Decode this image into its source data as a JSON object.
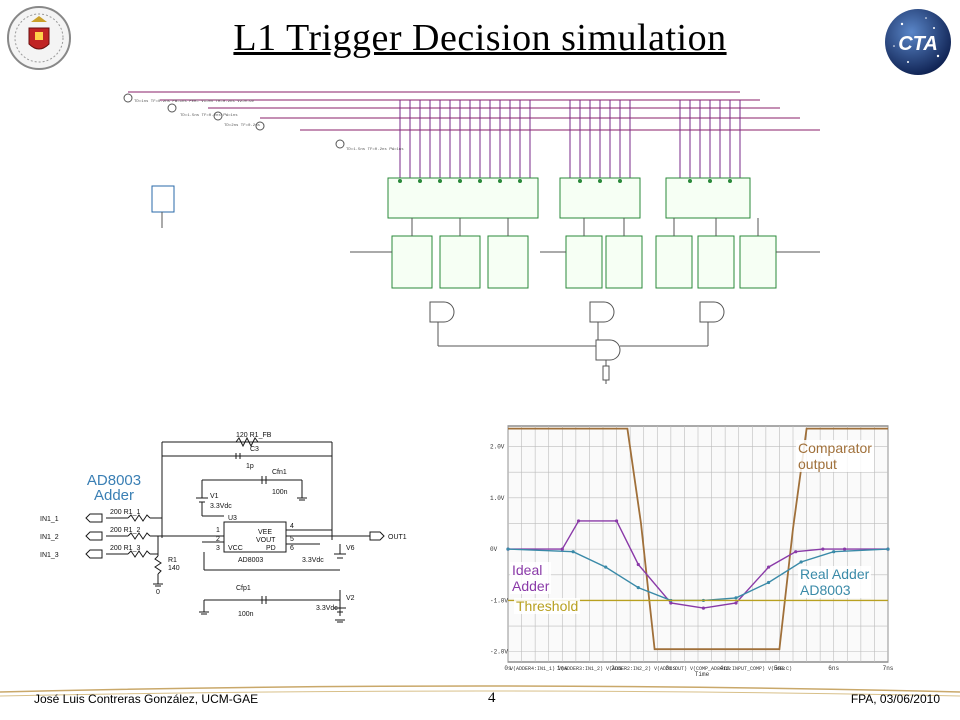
{
  "slide": {
    "title": "L1 Trigger Decision simulation",
    "footer": {
      "author": "José Luis Contreras González, UCM-GAE",
      "page": "4",
      "venue_date": "FPA, 03/06/2010"
    },
    "logos": {
      "left": "ucm-seal",
      "right_text": "CTA"
    }
  },
  "adder_schematic": {
    "annotation": [
      "AD8003",
      "Adder"
    ],
    "components": {
      "fb_res": "120  R1_FB",
      "c3": "C3",
      "c3_val": "1p",
      "cfn1": "Cfn1",
      "cfn1_val": "100n",
      "v1": "V1",
      "v1_val": "3.3Vdc",
      "u3": "U3",
      "chip_name": "AD8003",
      "pins": [
        "VEE",
        "VOUT",
        "VCC",
        "PD"
      ],
      "pin_nums": [
        "1",
        "2",
        "3",
        "4",
        "5",
        "6"
      ],
      "inputs": [
        "IN1_1",
        "IN1_2",
        "IN1_3"
      ],
      "in_res": [
        "200  R1_1",
        "200  R1_2",
        "200  R1_3"
      ],
      "r1": "R1",
      "r1_val": "140",
      "output": "OUT1",
      "v6": "V6",
      "v6_val": "3.3Vdc",
      "v2": "V2",
      "v2_val": "3.3Vdc",
      "cfp1": "Cfp1",
      "cfp1_val": "100n",
      "zeros": "0"
    }
  },
  "plot": {
    "annotations": {
      "comparator": [
        "Comparator",
        "output"
      ],
      "ideal": [
        "Ideal",
        "Adder"
      ],
      "threshold": "Threshold",
      "real": [
        "Real Adder",
        "AD8003"
      ]
    },
    "colors": {
      "comparator": "#a0703a",
      "ideal": "#8a3aa8",
      "threshold": "#b8a020",
      "real": "#3a8aa8"
    },
    "legend_strip": "V(ADDER4:IN1_1)  V(ADDER3:IN1_2)  V(ADDER2:IN2_2)  V(ADD1:OUT)  V(COMP_AD8012:INPUT_COMP)  V(U6B:C)",
    "x_axis_label": "Time",
    "chart_data": {
      "type": "line",
      "xlabel": "Time",
      "ylabel": "",
      "x_ticks": [
        "0s",
        "1ns",
        "2ns",
        "3ns",
        "4ns",
        "5ns",
        "6ns",
        "7ns"
      ],
      "y_ticks": [
        "2.0V",
        "1.0V",
        "0V",
        "-1.0V",
        "-2.0V"
      ],
      "xlim": [
        0,
        7
      ],
      "ylim": [
        -2.2,
        2.4
      ],
      "series": [
        {
          "name": "Comparator output",
          "x": [
            0,
            0.8,
            2.2,
            2.45,
            2.7,
            5.0,
            5.25,
            5.5,
            7
          ],
          "y": [
            2.35,
            2.35,
            2.35,
            0.5,
            -1.95,
            -1.95,
            0.4,
            2.35,
            2.35
          ]
        },
        {
          "name": "Ideal Adder",
          "x": [
            0,
            1.0,
            1.3,
            2.0,
            2.4,
            3.0,
            3.6,
            4.2,
            4.8,
            5.3,
            5.8,
            6.2,
            7
          ],
          "y": [
            0,
            0,
            0.55,
            0.55,
            -0.3,
            -1.05,
            -1.15,
            -1.05,
            -0.35,
            -0.05,
            0.0,
            0,
            0
          ]
        },
        {
          "name": "Real Adder AD8003",
          "x": [
            0,
            1.2,
            1.8,
            2.4,
            3.0,
            3.6,
            4.2,
            4.8,
            5.4,
            6.0,
            7
          ],
          "y": [
            0,
            -0.05,
            -0.35,
            -0.75,
            -1.0,
            -1.0,
            -0.95,
            -0.65,
            -0.25,
            -0.05,
            0
          ]
        },
        {
          "name": "Threshold",
          "x": [
            0,
            7
          ],
          "y": [
            -1.0,
            -1.0
          ]
        }
      ]
    }
  }
}
